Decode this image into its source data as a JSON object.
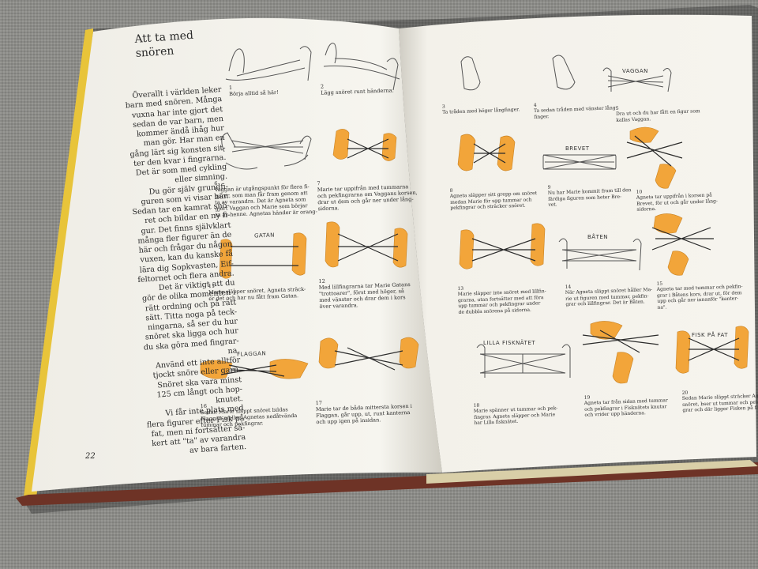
{
  "book": {
    "heading_line1": "Att ta med",
    "heading_line2": "snören",
    "page_number": "22",
    "intro_lines": [
      "Överallt i världen leker",
      "barn med snören. Många",
      "vuxna har inte gjort det",
      "sedan de var barn, men",
      "kommer ändå ihåg hur",
      "man gör. Har man en",
      "gång lärt sig konsten sit-",
      "ter den kvar i fingrarna.",
      "Det är som med cykling",
      "eller simning.",
      "Du gör själv grundfi-",
      "guren som vi visar här.",
      "Sedan tar en kamrat snö-",
      "ret och bildar en ny fi-",
      "gur. Det finns självklart",
      "många fler figurer än de",
      "här och frågar du någon",
      "vuxen, kan du kanske få",
      "lära dig Sopkvasten, Eif-",
      "feltornet och flera andra.",
      "Det är viktigt att du",
      "gör de olika momenten i",
      "rätt ordning och på rätt",
      "sätt. Titta noga på teck-",
      "ningarna, så ser du hur",
      "snöret ska ligga och hur",
      "du ska göra med fingrar-",
      "na.",
      "Använd ett inte alltför",
      "tjockt snöre eller garn.",
      "Snöret ska vara minst",
      "125 cm långt och hop-",
      "knutet.",
      "Vi får inte plats med",
      "flera figurer efter Fisk på",
      "fat, men ni fortsätter sä-",
      "kert att \"ta\" av varandra",
      "av bara farten."
    ]
  },
  "figures": {
    "gatan": "GATAN",
    "flaggan": "FLAGGAN",
    "vaggan": "VAGGAN",
    "brevet": "BREVET",
    "baten": "BÅTEN",
    "lilla_fisknatet": "LILLA FISKNÄTET",
    "fisk_pa_fat": "FISK PÅ FAT"
  },
  "captions": {
    "c1": {
      "num": "1",
      "lines": [
        "Börja alltid så här!"
      ]
    },
    "c2": {
      "num": "2",
      "lines": [
        "Lägg snöret runt händerna."
      ]
    },
    "c6": {
      "num": "6",
      "lines": [
        "Vaggan är utgångspunkt för flera fi-",
        "gurer, som man får fram genom att",
        "ta av varandra. Det är Agneta som",
        "gjort Vaggan och Marie som börjar",
        "ta av henne. Agnetas händer är orang-"
      ]
    },
    "c7": {
      "num": "7",
      "lines": [
        "Marie tar uppifrån med tummarna",
        "och pekfingrarna om Vaggans korsen,",
        "drar ut dem och går ner under lång-",
        "sidorna."
      ]
    },
    "c11": {
      "num": "11",
      "lines": [
        "Marie släpper snöret, Agneta sträck-",
        "er det och har nu fått fram Gatan."
      ]
    },
    "c12": {
      "num": "12",
      "lines": [
        "Med lillfingrarna tar Marie Gatans",
        "\"trottoarer\", först med höger, så",
        "med vänster och drar dem i kors",
        "över varandra."
      ]
    },
    "c16": {
      "num": "16",
      "lines": [
        "Sedan Marie släppt snöret bildas",
        "Flaggan mellan Agnetas nedåtvända",
        "tummar och pekfingrar."
      ]
    },
    "c17": {
      "num": "17",
      "lines": [
        "Marie tar de båda mittersta korsen i",
        "Flaggan, går upp, ut, runt kanterna",
        "och upp igen på insidan."
      ]
    },
    "c3": {
      "num": "3",
      "lines": [
        "Ta tråden med höger långfinger."
      ]
    },
    "c4": {
      "num": "4",
      "lines": [
        "Ta sedan tråden med vänster lång-",
        "finger."
      ]
    },
    "c5": {
      "num": "5",
      "lines": [
        "Dra ut och du har fått en figur som",
        "kallas Vaggan."
      ]
    },
    "c8": {
      "num": "8",
      "lines": [
        "Agneta släpper sitt grepp om snöret",
        "medan Marie för upp tummar och",
        "pekfingrar och sträcker snöret."
      ]
    },
    "c9": {
      "num": "9",
      "lines": [
        "Nu har Marie kommit fram till den",
        "färdiga figuren som heter Bre-",
        "vet."
      ]
    },
    "c10": {
      "num": "10",
      "lines": [
        "Agneta tar uppifrån i korsen på",
        "Brevet, för ut och går under lång-",
        "sidorna."
      ]
    },
    "c13": {
      "num": "13",
      "lines": [
        "Marie släpper inte snöret med lillfin-",
        "grarna, utan fortsätter med att föra",
        "upp tummar och pekfingrar under",
        "de dubbla snörena på sidorna."
      ]
    },
    "c14": {
      "num": "14",
      "lines": [
        "När Agneta släppt snöret håller Ma-",
        "rie ut figuren med tummar, pekfin-",
        "grar och lillfingrar. Det är Båten."
      ]
    },
    "c15": {
      "num": "15",
      "lines": [
        "Agneta tar med tummar och pekfin-",
        "grar i Båtens kors, drar ut, för dem",
        "upp och går ner innanför \"kanter-",
        "na\"."
      ]
    },
    "c18": {
      "num": "18",
      "lines": [
        "Marie spänner ut tummar och pek-",
        "fingrar. Agneta släpper och Marie",
        "har Lilla fisknätet."
      ]
    },
    "c19": {
      "num": "19",
      "lines": [
        "Agneta tar från sidan med tummar",
        "och pekfingrar i Fisknätets knutar",
        "och vrider upp händerna."
      ]
    },
    "c20": {
      "num": "20",
      "lines": [
        "Sedan Marie släppt sträcker Agneta",
        "snöret, bser ut tummar och pek-",
        "grar och där ligger Fisken på fat."
      ]
    }
  },
  "colors": {
    "orange": "#f2a53a",
    "page": "#f4f2ec",
    "ink": "#2a2a2a",
    "cover": "#7a3a2a",
    "sofa": "#8e8e8a"
  }
}
